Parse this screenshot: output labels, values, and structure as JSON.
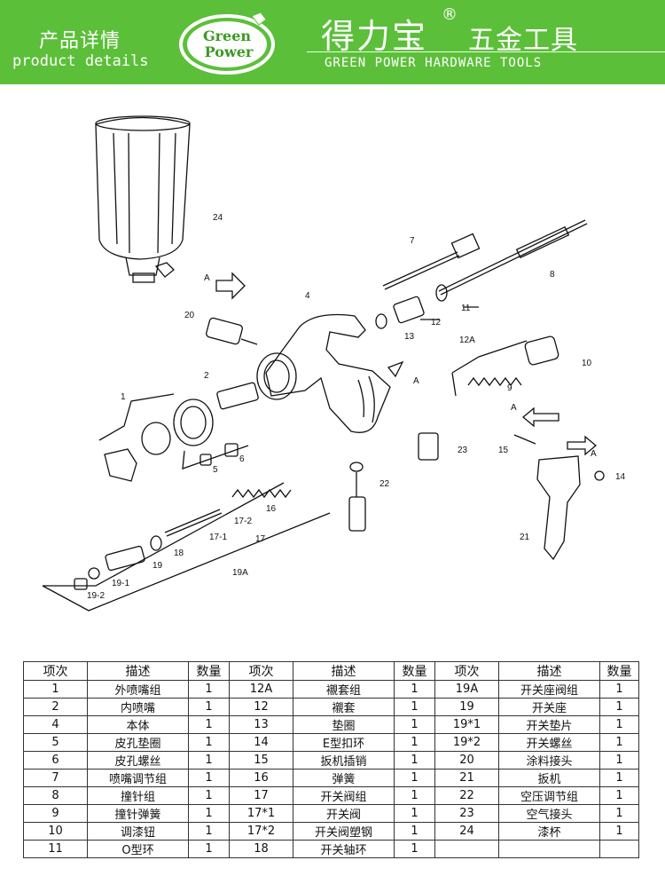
{
  "header": {
    "title_cn": "产品详情",
    "title_en": "product details",
    "logo_line1": "Green",
    "logo_line2": "Power",
    "brand_cn": "得力宝",
    "brand_reg": "®",
    "brand_sub": "五金工具",
    "brand_en": "GREEN POWER  HARDWARE TOOLS"
  },
  "diagram": {
    "labels": [
      "24",
      "7",
      "8",
      "4",
      "A",
      "20",
      "12",
      "11",
      "13",
      "12A",
      "10",
      "2",
      "A",
      "9",
      "1",
      "A",
      "6",
      "5",
      "15",
      "A",
      "14",
      "23",
      "16",
      "22",
      "17-2",
      "17-1",
      "17",
      "21",
      "18",
      "19",
      "19-1",
      "19-2",
      "19A"
    ]
  },
  "table": {
    "headers": [
      "项次",
      "描述",
      "数量",
      "项次",
      "描述",
      "数量",
      "项次",
      "描述",
      "数量"
    ],
    "rows": [
      [
        "1",
        "外喷嘴组",
        "1",
        "12A",
        "襯套组",
        "1",
        "19A",
        "开关座阀组",
        "1"
      ],
      [
        "2",
        "内喷嘴",
        "1",
        "12",
        "襯套",
        "1",
        "19",
        "开关座",
        "1"
      ],
      [
        "4",
        "本体",
        "1",
        "13",
        "垫圈",
        "1",
        "19*1",
        "开关垫片",
        "1"
      ],
      [
        "5",
        "皮孔垫圈",
        "1",
        "14",
        "E型扣环",
        "1",
        "19*2",
        "开关螺丝",
        "1"
      ],
      [
        "6",
        "皮孔螺丝",
        "1",
        "15",
        "扳机插销",
        "1",
        "20",
        "涂料接头",
        "1"
      ],
      [
        "7",
        "喷嘴调节组",
        "1",
        "16",
        "弹簧",
        "1",
        "21",
        "扳机",
        "1"
      ],
      [
        "8",
        "撞针组",
        "1",
        "17",
        "开关阀组",
        "1",
        "22",
        "空压调节组",
        "1"
      ],
      [
        "9",
        "撞针弹簧",
        "1",
        "17*1",
        "开关阀",
        "1",
        "23",
        "空气接头",
        "1"
      ],
      [
        "10",
        "调漆钮",
        "1",
        "17*2",
        "开关阀塑钢",
        "1",
        "24",
        "漆杯",
        "1"
      ],
      [
        "11",
        "O型环",
        "1",
        "18",
        "开关轴环",
        "1",
        "",
        "",
        ""
      ]
    ]
  }
}
